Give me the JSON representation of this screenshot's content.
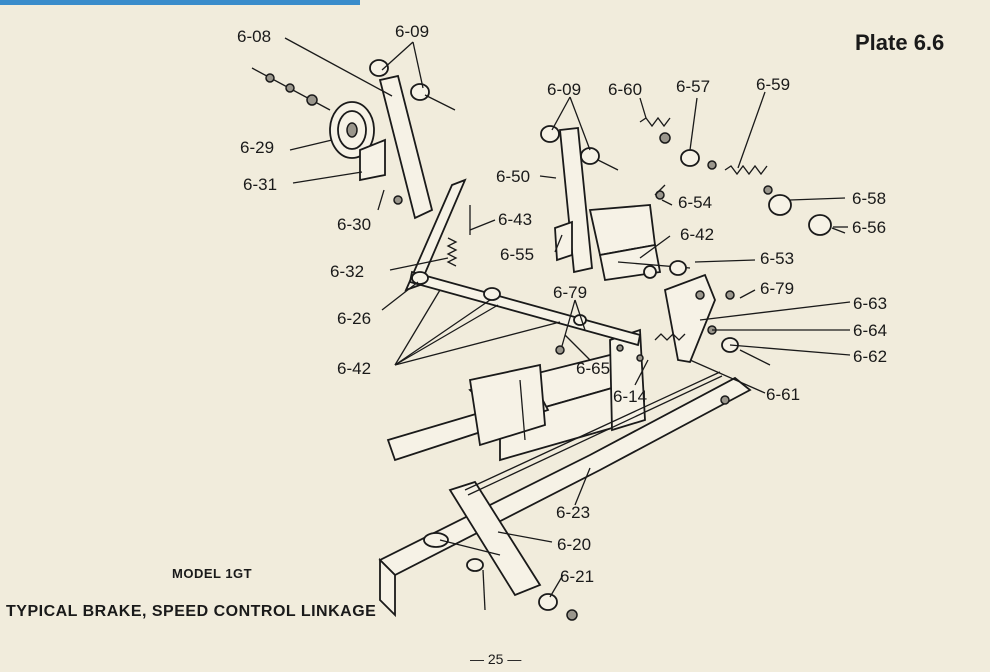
{
  "plate_title": "Plate 6.6",
  "model": "MODEL 1GT",
  "caption": "TYPICAL BRAKE, SPEED CONTROL LINKAGE",
  "page_number": "— 25 —",
  "callouts": {
    "c608": "6-08",
    "c609a": "6-09",
    "c629": "6-29",
    "c631": "6-31",
    "c630": "6-30",
    "c609b": "6-09",
    "c660": "6-60",
    "c657": "6-57",
    "c659": "6-59",
    "c650": "6-50",
    "c654": "6-54",
    "c658": "6-58",
    "c656": "6-56",
    "c643": "6-43",
    "c642a": "6-42",
    "c655": "6-55",
    "c653": "6-53",
    "c632": "6-32",
    "c679a": "6-79",
    "c679b": "6-79",
    "c626": "6-26",
    "c663": "6-63",
    "c664": "6-64",
    "c662": "6-62",
    "c642b": "6-42",
    "c665": "6-65",
    "c614": "6-14",
    "c661": "6-61",
    "c623": "6-23",
    "c620": "6-20",
    "c621": "6-21"
  }
}
